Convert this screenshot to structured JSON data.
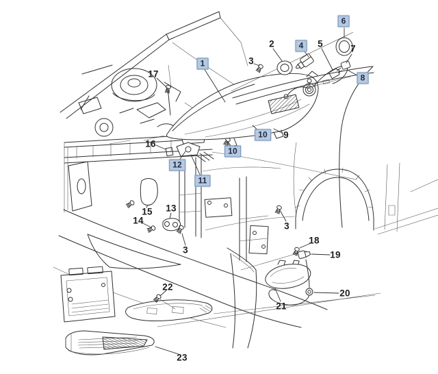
{
  "diagram": {
    "description_colors": {
      "background": "#ffffff",
      "line": "#2e2e2e",
      "highlight_fill": "#b7c9de",
      "highlight_border": "#7191b8",
      "highlight_text": "#1b2a4a",
      "plain_text": "#1d1d1d"
    },
    "callouts": [
      {
        "label": "1",
        "highlighted": true
      },
      {
        "label": "2",
        "highlighted": false
      },
      {
        "label": "3",
        "highlighted": false
      },
      {
        "label": "3",
        "highlighted": false
      },
      {
        "label": "3",
        "highlighted": false
      },
      {
        "label": "4",
        "highlighted": true
      },
      {
        "label": "5",
        "highlighted": false
      },
      {
        "label": "6",
        "highlighted": true
      },
      {
        "label": "7",
        "highlighted": false
      },
      {
        "label": "8",
        "highlighted": true
      },
      {
        "label": "9",
        "highlighted": false
      },
      {
        "label": "10",
        "highlighted": true
      },
      {
        "label": "10",
        "highlighted": true
      },
      {
        "label": "11",
        "highlighted": true
      },
      {
        "label": "12",
        "highlighted": true
      },
      {
        "label": "13",
        "highlighted": false
      },
      {
        "label": "14",
        "highlighted": false
      },
      {
        "label": "15",
        "highlighted": false
      },
      {
        "label": "16",
        "highlighted": false
      },
      {
        "label": "17",
        "highlighted": false
      },
      {
        "label": "18",
        "highlighted": false
      },
      {
        "label": "19",
        "highlighted": false
      },
      {
        "label": "20",
        "highlighted": false
      },
      {
        "label": "21",
        "highlighted": false
      },
      {
        "label": "22",
        "highlighted": false
      },
      {
        "label": "23",
        "highlighted": false
      }
    ]
  }
}
